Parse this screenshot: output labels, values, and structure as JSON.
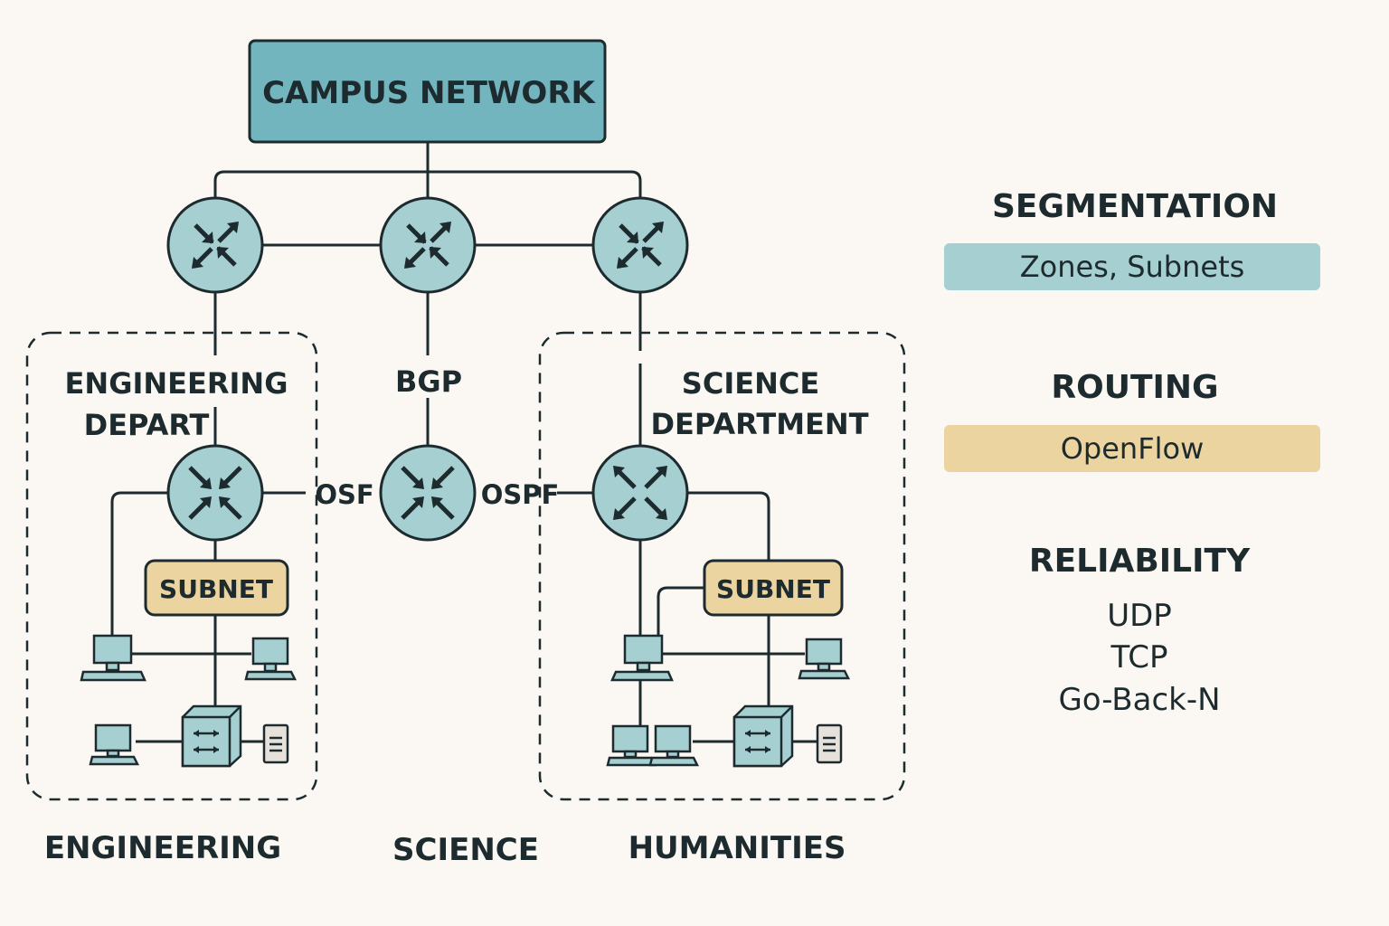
{
  "top": {
    "title": "CAMPUS NETWORK"
  },
  "labels": {
    "eng_dept_line1": "ENGINEERING",
    "eng_dept_line2": "DEPART",
    "bgp": "BGP",
    "sci_dept_line1": "SCIENCE",
    "sci_dept_line2": "DEPARTMENT",
    "osf": "OSF",
    "ospf": "OSPF",
    "subnet_left": "SUBNET",
    "subnet_right": "SUBNET"
  },
  "bottom": {
    "engineering": "ENGINEERING",
    "science": "SCIENCE",
    "humanities": "HUMANITIES"
  },
  "sidebar": {
    "segmentation": {
      "heading": "SEGMENTATION",
      "value": "Zones, Subnets"
    },
    "routing": {
      "heading": "ROUTING",
      "value": "OpenFlow"
    },
    "reliability": {
      "heading": "RELIABILITY",
      "protocols": [
        "UDP",
        "TCP",
        "Go-Back-N"
      ]
    }
  },
  "colors": {
    "teal_box": "#72b5bf",
    "router_fill": "#a6cfd2",
    "subnet_fill": "#ebd49f",
    "stroke": "#1d2b2f",
    "background": "#fbf8f3"
  }
}
